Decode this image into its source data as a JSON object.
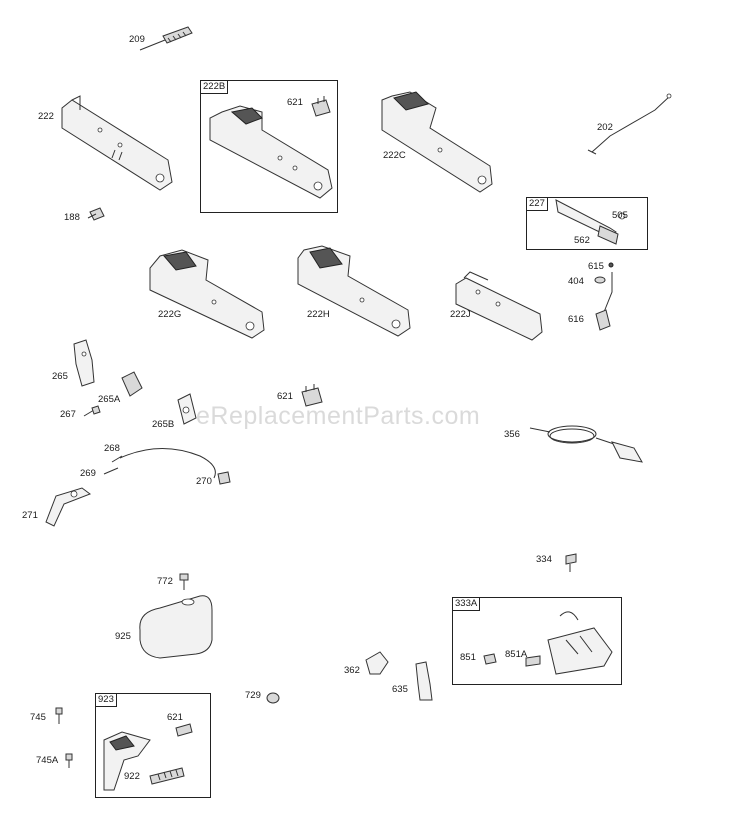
{
  "watermark": "eReplacementParts.com",
  "callouts": {
    "p209": "209",
    "p222": "222",
    "p621a": "621",
    "p222c": "222C",
    "p202": "202",
    "p188": "188",
    "p505": "505",
    "p562": "562",
    "p615": "615",
    "p404": "404",
    "p616": "616",
    "p222g": "222G",
    "p222h": "222H",
    "p222j": "222J",
    "p265": "265",
    "p265a": "265A",
    "p267": "267",
    "p621b": "621",
    "p265b": "265B",
    "p356": "356",
    "p268": "268",
    "p269": "269",
    "p270": "270",
    "p271": "271",
    "p334": "334",
    "p772": "772",
    "p925": "925",
    "p851": "851",
    "p851a": "851A",
    "p362": "362",
    "p635": "635",
    "p729": "729",
    "p745": "745",
    "p621c": "621",
    "p745a": "745A",
    "p922": "922"
  },
  "boxes": {
    "b222b": "222B",
    "b227": "227",
    "b333a": "333A",
    "b923": "923"
  }
}
